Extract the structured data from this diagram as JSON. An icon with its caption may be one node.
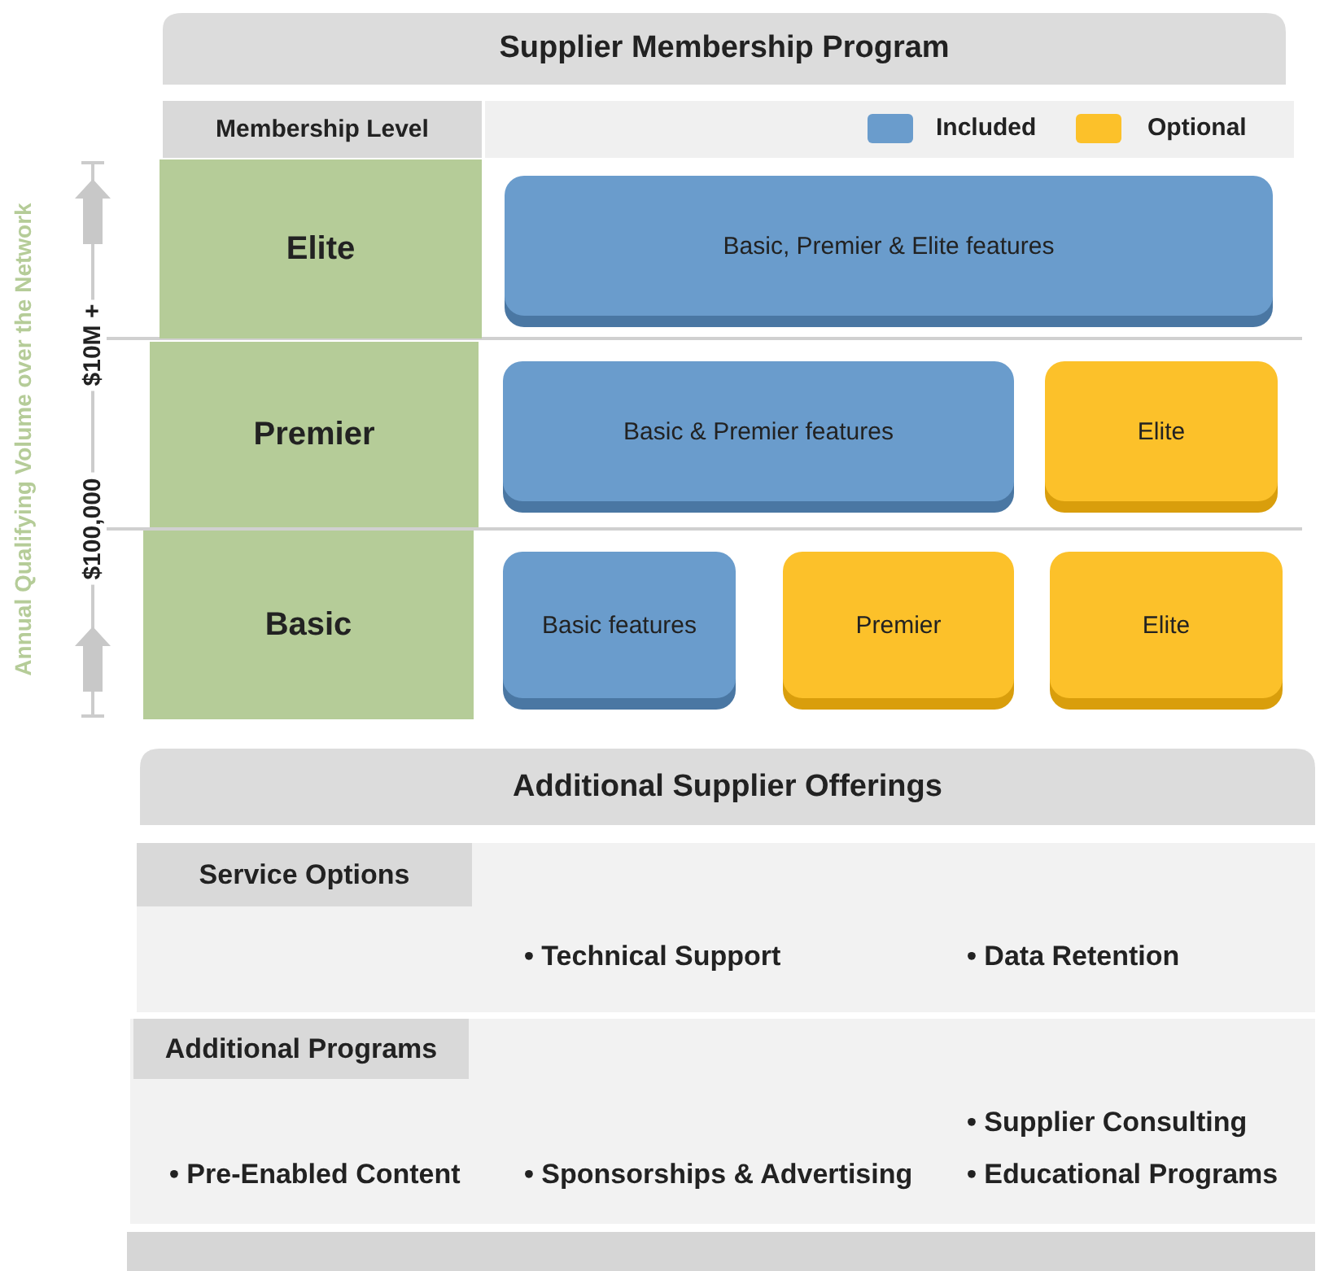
{
  "diagram": {
    "title": "Supplier Membership Program",
    "nodes": [
      {
        "text": [
          "Membership Level"
        ]
      },
      {
        "text": [
          "Elite"
        ]
      },
      {
        "text": [
          "Basic, Premier & Elite features"
        ]
      },
      {
        "text": [
          "Premier"
        ]
      },
      {
        "text": [
          "Basic & Premier features"
        ]
      },
      {
        "text": [
          "Elite"
        ]
      },
      {
        "text": [
          "Basic"
        ]
      },
      {
        "text": [
          "Basic features"
        ]
      },
      {
        "text": [
          "Premier"
        ]
      },
      {
        "text": [
          "Elite"
        ]
      },
      {
        "text": [
          "Additional Supplier Offerings"
        ]
      },
      {
        "text": [
          "Service Options"
        ]
      },
      {
        "text": [
          "Additional Programs"
        ]
      }
    ],
    "edges": [],
    "labels": [
      "Annual Qualifying Volume over the Network",
      "$10M +",
      "$100,000",
      "• Technical Support",
      "• Data Retention",
      "• Supplier Consulting",
      "• Pre-Enabled Content",
      "• Sponsorships & Advertising",
      "• Educational Programs"
    ],
    "legend": [
      {
        "text": "Included",
        "color": "#6a9ccc"
      },
      {
        "text": "Optional",
        "color": "#fcc12a"
      }
    ]
  }
}
